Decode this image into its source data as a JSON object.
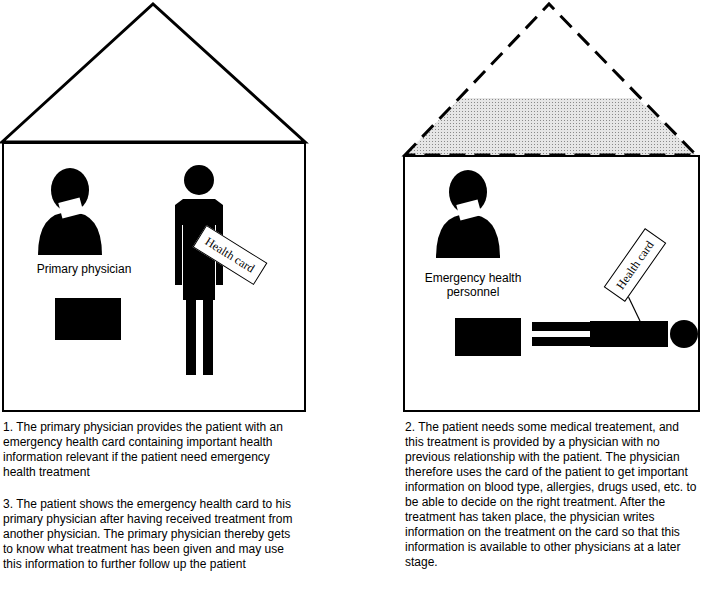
{
  "diagram": {
    "nodes": [
      {
        "text": [
          "Primary physician"
        ]
      },
      {
        "text": [
          "Health card"
        ],
        "in": 0
      },
      {
        "text": [
          "Emergency health personnel"
        ]
      },
      {
        "text": [
          "Health card"
        ],
        "in": 2
      }
    ],
    "labels": [
      "1. The primary physician provides the patient with an emergency health card containing important health information relevant if the patient need emergency health treatment",
      "3. The patient shows the emergency health card to his primary physician after having received treatment from another physician. The primary physician thereby gets to know what treatment has been given and may use this information to further follow up the patient",
      "2. The patient needs some medical treatement, and this treatment is provided by a physician with no previous relationship with the patient. The physician therefore uses the card of the patient to get important information on blood type, allergies, drugs used, etc. to be able to decide on the right treatment. After the treatment has taken place, the physician writes information on the treatment on the card so that this information is available to other physicians at a later stage."
    ]
  }
}
